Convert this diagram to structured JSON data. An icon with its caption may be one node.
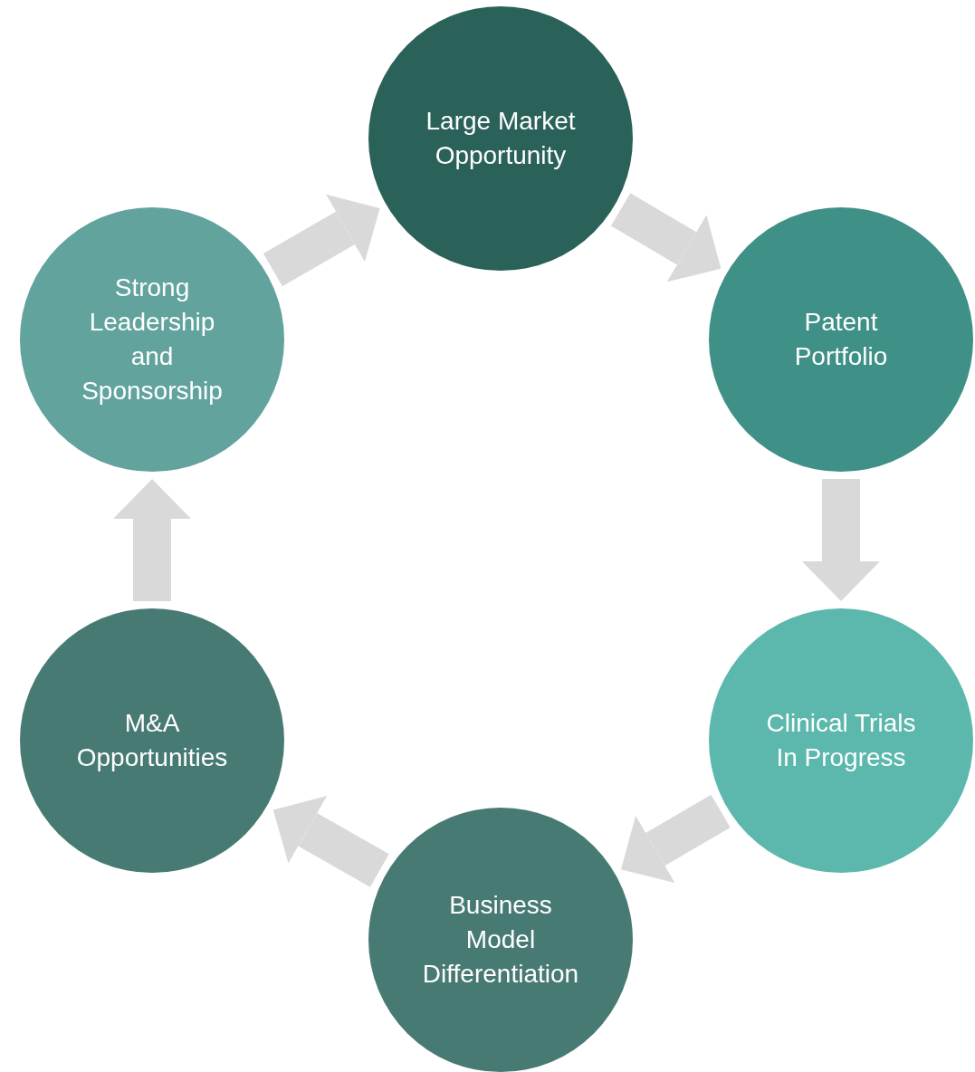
{
  "diagram": {
    "nodes": [
      {
        "text": [
          "Large Market Opportunity"
        ]
      },
      {
        "text": [
          "Patent Portfolio"
        ]
      },
      {
        "text": [
          "Clinical Trials In Progress"
        ]
      },
      {
        "text": [
          "Business Model Differentiation"
        ]
      },
      {
        "text": [
          "M&A Opportunities"
        ]
      },
      {
        "text": [
          "Strong Leadership and Sponsorship"
        ]
      }
    ],
    "edges": [
      {
        "from": 0,
        "to": 1,
        "arrow": "to"
      },
      {
        "from": 1,
        "to": 2,
        "arrow": "to"
      },
      {
        "from": 2,
        "to": 3,
        "arrow": "to"
      },
      {
        "from": 3,
        "to": 4,
        "arrow": "to"
      },
      {
        "from": 4,
        "to": 5,
        "arrow": "to"
      },
      {
        "from": 5,
        "to": 0,
        "arrow": "to"
      }
    ]
  }
}
